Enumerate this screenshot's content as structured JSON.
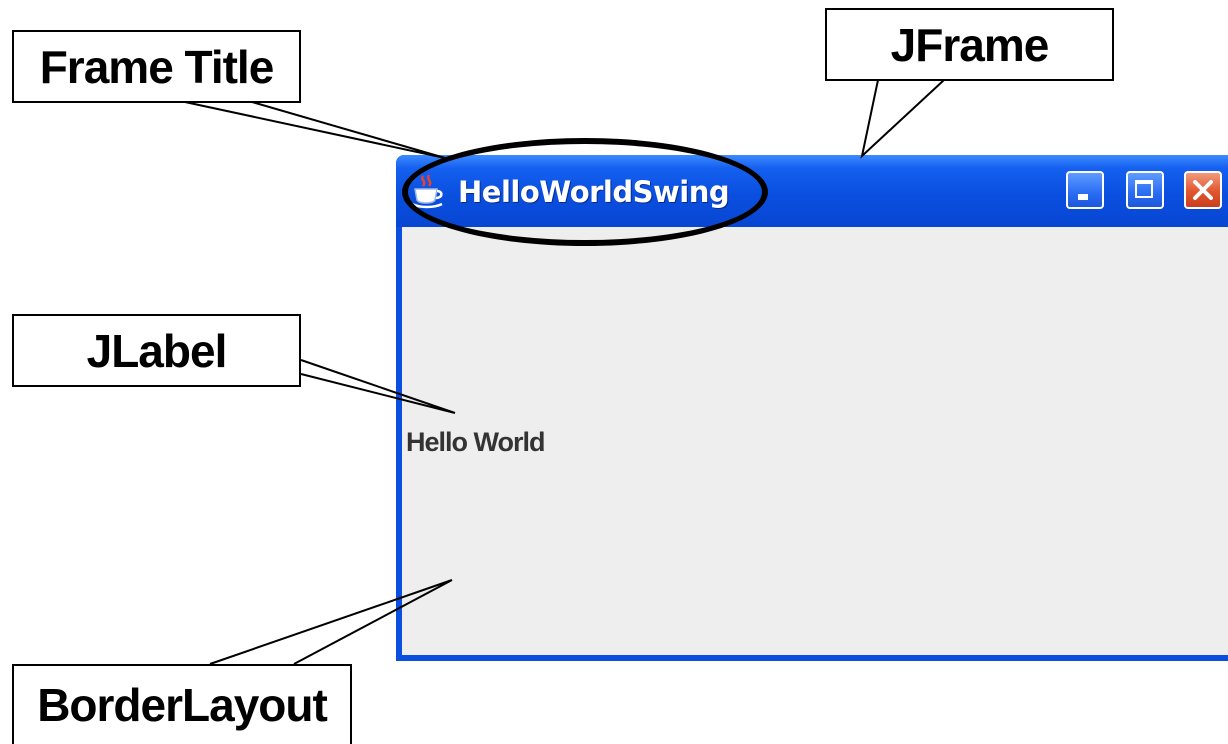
{
  "callouts": {
    "frame_title": "Frame Title",
    "jframe": "JFrame",
    "jlabel": "JLabel",
    "border_layout": "BorderLayout"
  },
  "window": {
    "title": "HelloWorldSwing",
    "app_icon": "java-coffee-cup-icon",
    "buttons": {
      "minimize": "minimize-icon",
      "maximize": "maximize-icon",
      "close": "close-icon"
    },
    "label_text": "Hello World"
  },
  "colors": {
    "titlebar": "#0a4fe0",
    "content_background": "#eeeeee",
    "close_button": "#e2552e",
    "label_text": "#333333"
  }
}
